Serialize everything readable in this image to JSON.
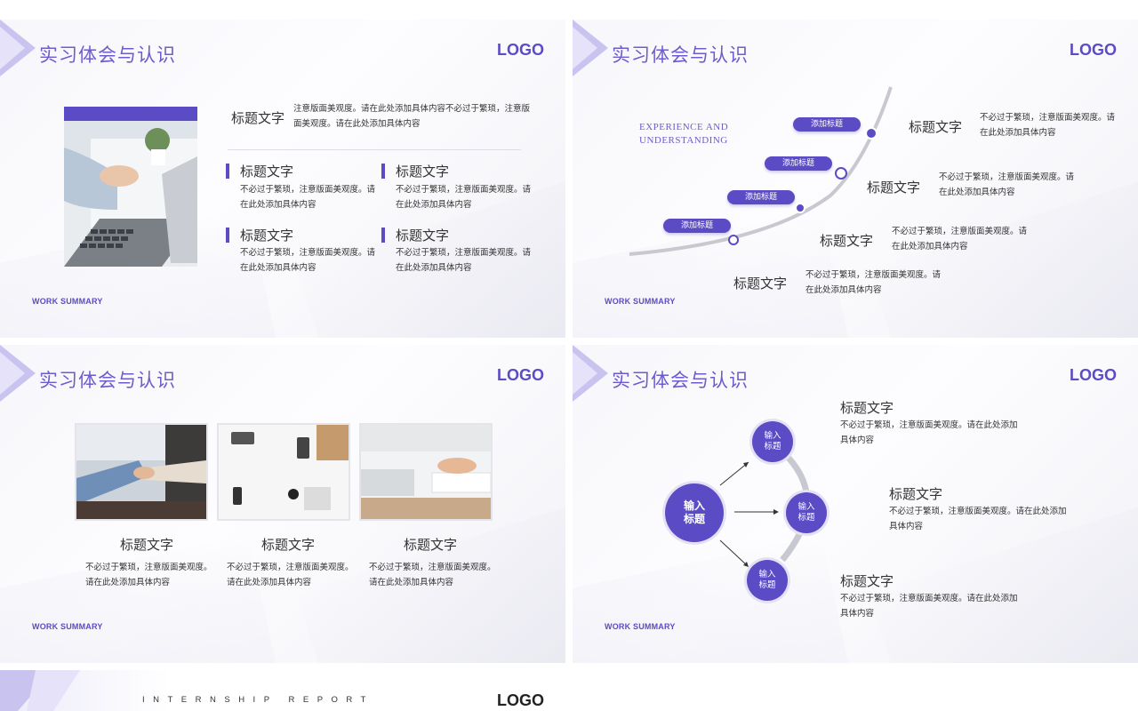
{
  "slide1": {
    "title": "实习体会与认识",
    "logo": "LOGO",
    "footer": "WORK SUMMARY",
    "top_heading": "标题文字",
    "top_text": "注意版面美观度。请在此处添加具体内容不必过于繁琐，注意版面美观度。请在此处添加具体内容",
    "items": [
      {
        "heading": "标题文字",
        "text": "不必过于繁琐，注意版面美观度。请在此处添加具体内容"
      },
      {
        "heading": "标题文字",
        "text": "不必过于繁琐，注意版面美观度。请在此处添加具体内容"
      },
      {
        "heading": "标题文字",
        "text": "不必过于繁琐，注意版面美观度。请在此处添加具体内容"
      },
      {
        "heading": "标题文字",
        "text": "不必过于繁琐，注意版面美观度。请在此处添加具体内容"
      }
    ]
  },
  "slide2": {
    "title": "实习体会与认识",
    "logo": "LOGO",
    "footer": "WORK SUMMARY",
    "english_line1": "EXPERIENCE AND",
    "english_line2": "UNDERSTANDING",
    "pills": [
      "添加标题",
      "添加标题",
      "添加标题",
      "添加标题"
    ],
    "items": [
      {
        "heading": "标题文字",
        "text": "不必过于繁琐，注意版面美观度。请在此处添加具体内容"
      },
      {
        "heading": "标题文字",
        "text": "不必过于繁琐，注意版面美观度。请在此处添加具体内容"
      },
      {
        "heading": "标题文字",
        "text": "不必过于繁琐，注意版面美观度。请在此处添加具体内容"
      },
      {
        "heading": "标题文字",
        "text": "不必过于繁琐，注意版面美观度。请在此处添加具体内容"
      }
    ]
  },
  "slide3": {
    "title": "实习体会与认识",
    "logo": "LOGO",
    "footer": "WORK SUMMARY",
    "items": [
      {
        "heading": "标题文字",
        "text": "不必过于繁琐，注意版面美观度。请在此处添加具体内容"
      },
      {
        "heading": "标题文字",
        "text": "不必过于繁琐，注意版面美观度。请在此处添加具体内容"
      },
      {
        "heading": "标题文字",
        "text": "不必过于繁琐，注意版面美观度。请在此处添加具体内容"
      }
    ]
  },
  "slide4": {
    "title": "实习体会与认识",
    "logo": "LOGO",
    "footer": "WORK SUMMARY",
    "center_line1": "输入",
    "center_line2": "标题",
    "nodes": [
      {
        "line1": "输入",
        "line2": "标题"
      },
      {
        "line1": "输入",
        "line2": "标题"
      },
      {
        "line1": "输入",
        "line2": "标题"
      }
    ],
    "items": [
      {
        "heading": "标题文字",
        "text": "不必过于繁琐，注意版面美观度。请在此处添加具体内容"
      },
      {
        "heading": "标题文字",
        "text": "不必过于繁琐，注意版面美观度。请在此处添加具体内容"
      },
      {
        "heading": "标题文字",
        "text": "不必过于繁琐，注意版面美观度。请在此处添加具体内容"
      }
    ]
  },
  "slide5": {
    "tagline": "INTERNSHIP REPORT",
    "logo": "LOGO"
  },
  "colors": {
    "accent": "#5b4bc4",
    "title": "#6c5ccc",
    "curve": "#c8c8d0"
  }
}
